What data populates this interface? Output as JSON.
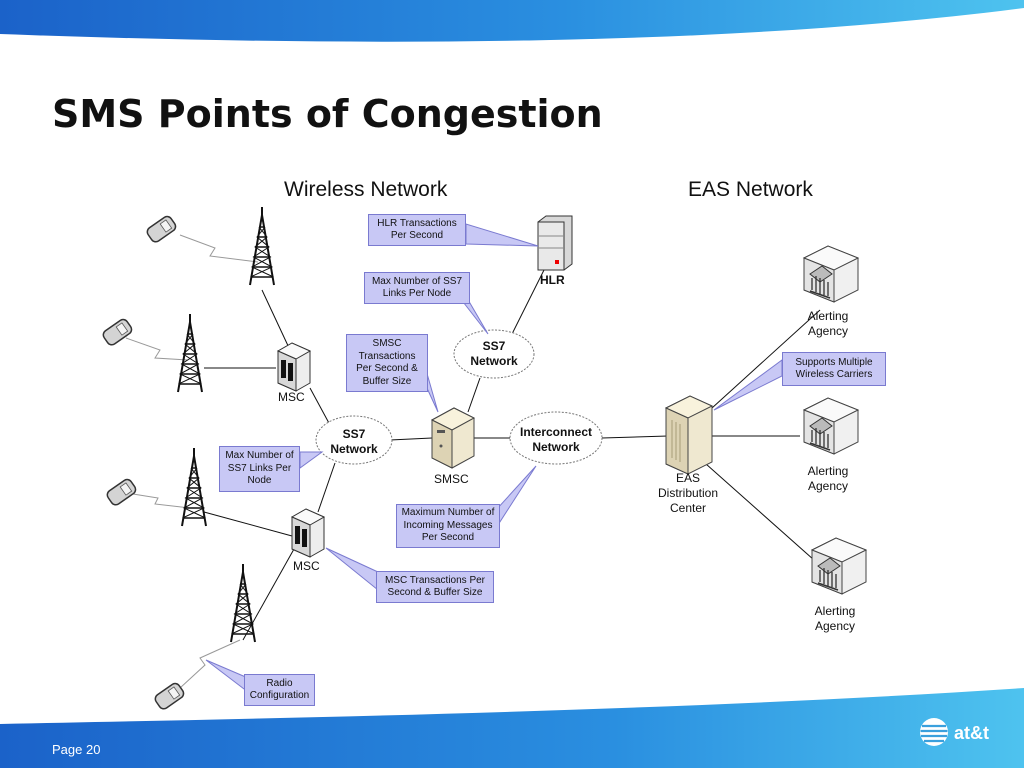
{
  "slide": {
    "title": "SMS Points of Congestion",
    "sections": {
      "wireless": "Wireless Network",
      "eas": "EAS Network"
    },
    "footer": {
      "page": "Page 20",
      "brand": "at&t"
    }
  },
  "nodes": {
    "hlr": "HLR",
    "msc_top": "MSC",
    "msc_bottom": "MSC",
    "smsc": "SMSC",
    "ss7_top": [
      "SS7",
      "Network"
    ],
    "ss7_left": [
      "SS7",
      "Network"
    ],
    "interconnect": [
      "Interconnect",
      "Network"
    ],
    "eas_center": [
      "EAS",
      "Distribution",
      "Center"
    ],
    "agency_1": [
      "Alerting",
      "Agency"
    ],
    "agency_2": [
      "Alerting",
      "Agency"
    ],
    "agency_3": [
      "Alerting",
      "Agency"
    ]
  },
  "callouts": {
    "hlr_tps": [
      "HLR Transactions",
      "Per Second"
    ],
    "ss7_links_top": [
      "Max Number of SS7",
      "Links Per Node"
    ],
    "smsc_tps": [
      "SMSC",
      "Transactions",
      "Per Second &",
      "Buffer Size"
    ],
    "ss7_links_left": [
      "Max Number of",
      "SS7 Links Per",
      "Node"
    ],
    "max_incoming": [
      "Maximum Number of",
      "Incoming Messages",
      "Per Second"
    ],
    "msc_tps": [
      "MSC Transactions Per",
      "Second & Buffer Size"
    ],
    "radio": [
      "Radio",
      "Configuration"
    ],
    "multi_carriers": [
      "Supports Multiple",
      "Wireless Carriers"
    ]
  },
  "colors": {
    "banner_dark": "#1f6fd0",
    "banner_light": "#4ec3ef",
    "callout_fill": "#c8c8f5",
    "callout_border": "#7a7ad0"
  }
}
